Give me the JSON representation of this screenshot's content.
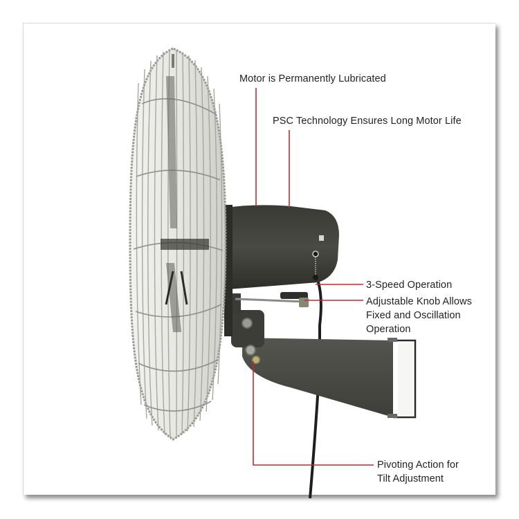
{
  "figure": {
    "subject": "Wall-mounted oscillating fan with feature callouts",
    "callout_color": "#c8282c",
    "callouts": [
      {
        "id": "motor-lubricated",
        "text": "Motor is Permanently Lubricated"
      },
      {
        "id": "psc-technology",
        "text": "PSC Technology Ensures Long Motor Life"
      },
      {
        "id": "three-speed",
        "text": "3-Speed Operation"
      },
      {
        "id": "adjustable-knob",
        "lines": [
          "Adjustable Knob Allows",
          "Fixed and Oscillation",
          "Operation"
        ]
      },
      {
        "id": "pivoting-action",
        "lines": [
          "Pivoting Action for",
          "Tilt Adjustment"
        ]
      }
    ]
  }
}
